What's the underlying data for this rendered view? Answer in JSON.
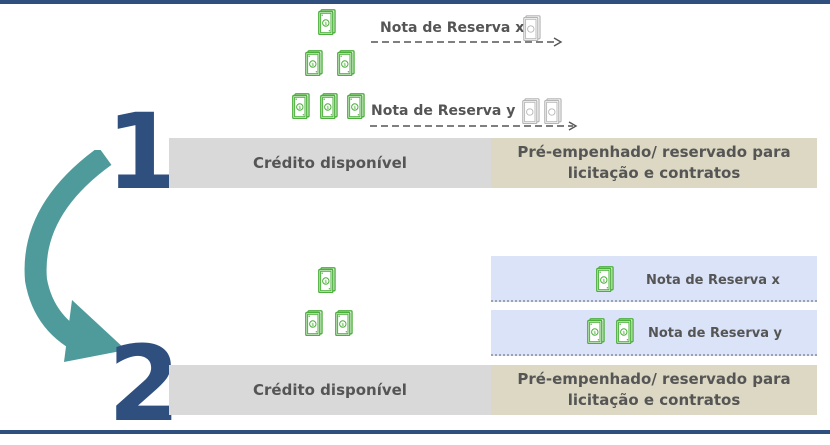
{
  "step_numbers": {
    "first": "1",
    "second": "2"
  },
  "top_section": {
    "note_x_label": "Nota de Reserva x",
    "note_y_label": "Nota de Reserva y"
  },
  "row1": {
    "left_label": "Crédito disponível",
    "right_label_line1": "Pré-empenhado/ reservado para",
    "right_label_line2": "licitação e contratos"
  },
  "reserved": {
    "note_x_label": "Nota de Reserva x",
    "note_y_label": "Nota de Reserva y"
  },
  "row2": {
    "left_label": "Crédito disponível",
    "right_label_line1": "Pré-empenhado/ reservado para",
    "right_label_line2": "licitação e contratos"
  },
  "colors": {
    "navy": "#2f4f7f",
    "teal_arrow": "#4f9b9b",
    "money_green": "#4caf3c",
    "ghost_bill": "#b5b5b5",
    "gray_bar": "#d9d9d9",
    "beige_bar": "#ddd8c3",
    "blue_box": "#dae3f7"
  },
  "icons": [
    "money-bill-icon",
    "ghost-bill-icon",
    "dashed-arrow-icon",
    "curved-arrow-icon"
  ]
}
